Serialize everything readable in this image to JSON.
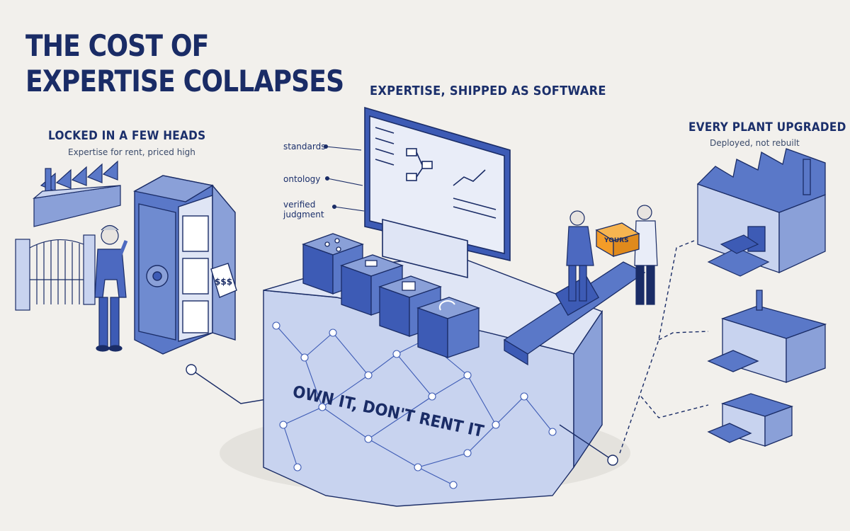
{
  "title_lines": [
    "THE COST OF",
    "EXPERTISE COLLAPSES"
  ],
  "left": {
    "caption": "LOCKED IN A FEW HEADS",
    "subcaption": "Expertise for rent, priced high",
    "tag": "$$$"
  },
  "center": {
    "caption": "EXPERTISE, SHIPPED AS SOFTWARE",
    "callouts": [
      "standards",
      "ontology",
      "verified judgment"
    ],
    "slogan": "OWN IT, DON'T RENT IT",
    "box_label": "YOURS"
  },
  "right": {
    "caption": "EVERY PLANT UPGRADED",
    "subcaption": "Deployed, not rebuilt"
  },
  "colors": {
    "primary": "#1a2c66",
    "accent": "#3d5bb5",
    "light": "#c8d3ef",
    "orange": "#f39c28",
    "background": "#f2f0ec"
  }
}
